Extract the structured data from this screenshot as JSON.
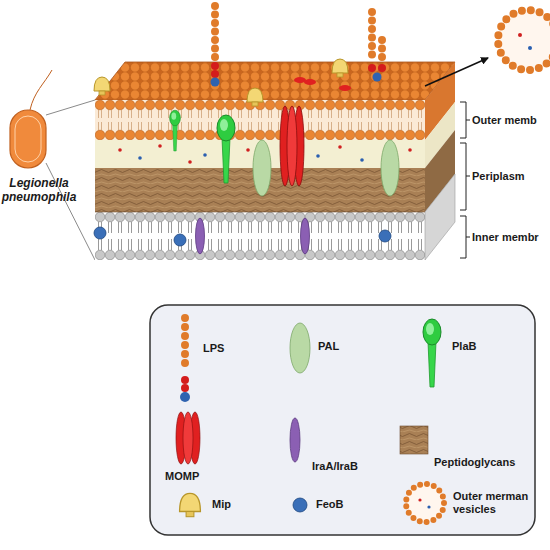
{
  "diagram": {
    "labels": [
      "Legionella pneumophila",
      "Outer memb",
      "Periplasm",
      "Inner membr"
    ],
    "legend": [
      {
        "text": "LPS"
      },
      {
        "text": "PAL"
      },
      {
        "text": "PlaB"
      },
      {
        "text": "MOMP"
      },
      {
        "text": "IraA/IraB"
      },
      {
        "text": "Peptidoglycans"
      },
      {
        "text": "Mip"
      },
      {
        "text": "FeoB"
      },
      {
        "text": "Outer merman vesicles"
      }
    ]
  }
}
